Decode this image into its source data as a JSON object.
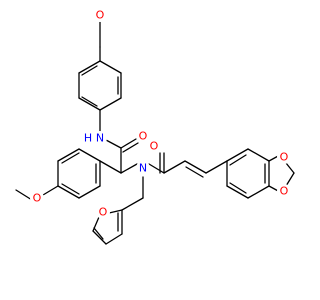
{
  "colors": {
    "bond": "#000000",
    "O": "#ff0000",
    "N": "#0000ff",
    "H": "#0000ff"
  },
  "atoms": [
    {
      "id": "o_meo1",
      "label": "O",
      "element": "O"
    },
    {
      "id": "n_amide",
      "label": "N",
      "element": "N"
    },
    {
      "id": "h_amide",
      "label": "H",
      "element": "H"
    },
    {
      "id": "o_amide1",
      "label": "O",
      "element": "O"
    },
    {
      "id": "o_amide2",
      "label": "O",
      "element": "O"
    },
    {
      "id": "n_tert",
      "label": "N",
      "element": "N"
    },
    {
      "id": "o_meo2",
      "label": "O",
      "element": "O"
    },
    {
      "id": "o_furan",
      "label": "O",
      "element": "O"
    },
    {
      "id": "o_dioxole1",
      "label": "O",
      "element": "O"
    },
    {
      "id": "o_dioxole2",
      "label": "O",
      "element": "O"
    }
  ]
}
